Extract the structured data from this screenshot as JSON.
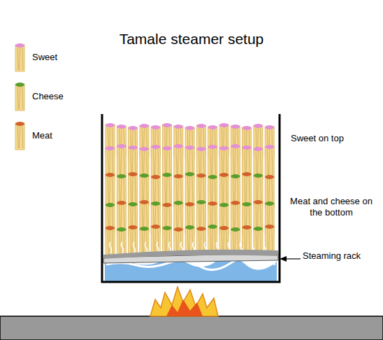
{
  "diagram": {
    "title": "Tamale steamer setup",
    "labels": [
      "Sweet on top",
      "Meat and cheese on the bottom",
      "Steaming rack"
    ],
    "legend": [
      {
        "text": "Sweet",
        "color": "#e48fd6"
      },
      {
        "text": "Cheese",
        "color": "#5a9e2c"
      },
      {
        "text": "Meat",
        "color": "#d2622b"
      }
    ]
  }
}
